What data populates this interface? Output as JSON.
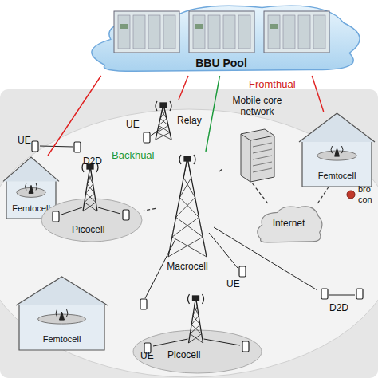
{
  "diagram": {
    "nodes": [
      {
        "text": [
          "BBU Pool"
        ]
      },
      {
        "text": [
          "Relay"
        ]
      },
      {
        "text": [
          "Mobile core network"
        ]
      },
      {
        "text": [
          "Femtocell"
        ]
      },
      {
        "text": [
          "Femtocell"
        ]
      },
      {
        "text": [
          "Picocell"
        ]
      },
      {
        "text": [
          "Internet"
        ]
      },
      {
        "text": [
          "Macrocell"
        ]
      },
      {
        "text": [
          "Femtocell"
        ]
      },
      {
        "text": [
          "Picocell"
        ]
      }
    ],
    "edges": [
      {
        "from": 0,
        "to": 3,
        "arrow": "none"
      },
      {
        "from": 0,
        "to": 1,
        "arrow": "none"
      },
      {
        "from": 0,
        "to": 7,
        "label": "Backhual",
        "arrow": "none"
      },
      {
        "from": 0,
        "to": 4,
        "label": "Fromthual",
        "arrow": "none"
      },
      {
        "from": 7,
        "to": 2,
        "arrow": "none"
      },
      {
        "from": 2,
        "to": 6,
        "arrow": "none"
      },
      {
        "from": 6,
        "to": 4,
        "arrow": "none"
      },
      {
        "from": 7,
        "to": 5,
        "arrow": "none"
      }
    ],
    "labels": [
      "UE",
      "D2D",
      "UE",
      "UE",
      "D2D",
      "UE",
      "bro con"
    ]
  }
}
